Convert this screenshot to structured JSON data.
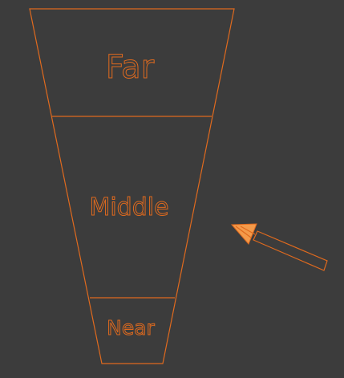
{
  "colors": {
    "background": "#3c3c3c",
    "outline": "#e06a1e",
    "arrow_fill": "#f39a4a"
  },
  "sections": {
    "far": {
      "label": "Far"
    },
    "middle": {
      "label": "Middle"
    },
    "near": {
      "label": "Near"
    }
  },
  "icons": {
    "direction": "light-direction-arrow-icon"
  }
}
